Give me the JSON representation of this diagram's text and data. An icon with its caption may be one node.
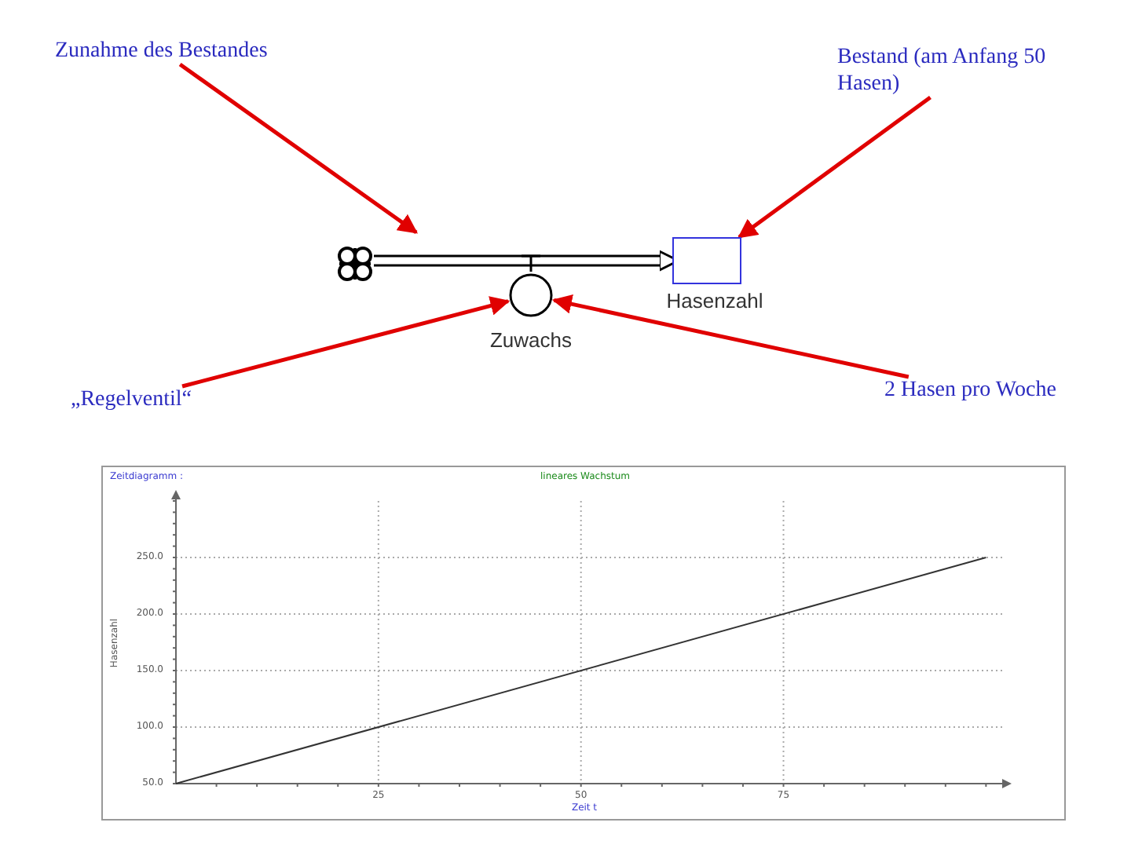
{
  "diagram": {
    "nodes": [
      {
        "text": [
          "Zunahme des Bestandes"
        ]
      },
      {
        "text": [
          "Bestand (am Anfang 50 Hasen)"
        ]
      },
      {
        "text": [
          "„Regelventil“"
        ]
      },
      {
        "text": [
          "2 Hasen pro Woche"
        ]
      },
      {
        "text": [],
        "shape": "cloud"
      },
      {
        "text": [
          "Hasenzahl"
        ]
      },
      {
        "text": [
          "Zuwachs"
        ]
      }
    ],
    "edges": [
      {
        "from": 4,
        "to": 5,
        "arrow": "to",
        "color": "#000000"
      },
      {
        "from": 0,
        "to": null,
        "arrow": "to"
      },
      {
        "from": 1,
        "to": 5,
        "arrow": "to"
      },
      {
        "from": 2,
        "to": 6,
        "arrow": "to"
      },
      {
        "from": 3,
        "to": 6,
        "arrow": "to"
      },
      {
        "from": 6,
        "to": null,
        "arrow": "other",
        "color": "#000000"
      }
    ],
    "labels": [
      "Zeitdiagramm :"
    ],
    "chart_data": {
      "type": "line",
      "title": "lineares Wachstum",
      "xlabel": "Zeit t",
      "ylabel": "Hasenzahl",
      "x": [
        0,
        100
      ],
      "series": [
        {
          "color": "#333333",
          "values": [
            50,
            250
          ]
        }
      ],
      "xlim": [
        0,
        102
      ],
      "ylim": [
        50,
        300
      ],
      "grid": true,
      "xticks": [
        25,
        50,
        75
      ],
      "yticks": [
        {
          "value": 50,
          "label": "50.0"
        },
        {
          "value": 100,
          "label": "100.0"
        },
        {
          "value": 150,
          "label": "150.0"
        },
        {
          "value": 200,
          "label": "200.0"
        },
        {
          "value": 250,
          "label": "250.0"
        }
      ]
    }
  }
}
